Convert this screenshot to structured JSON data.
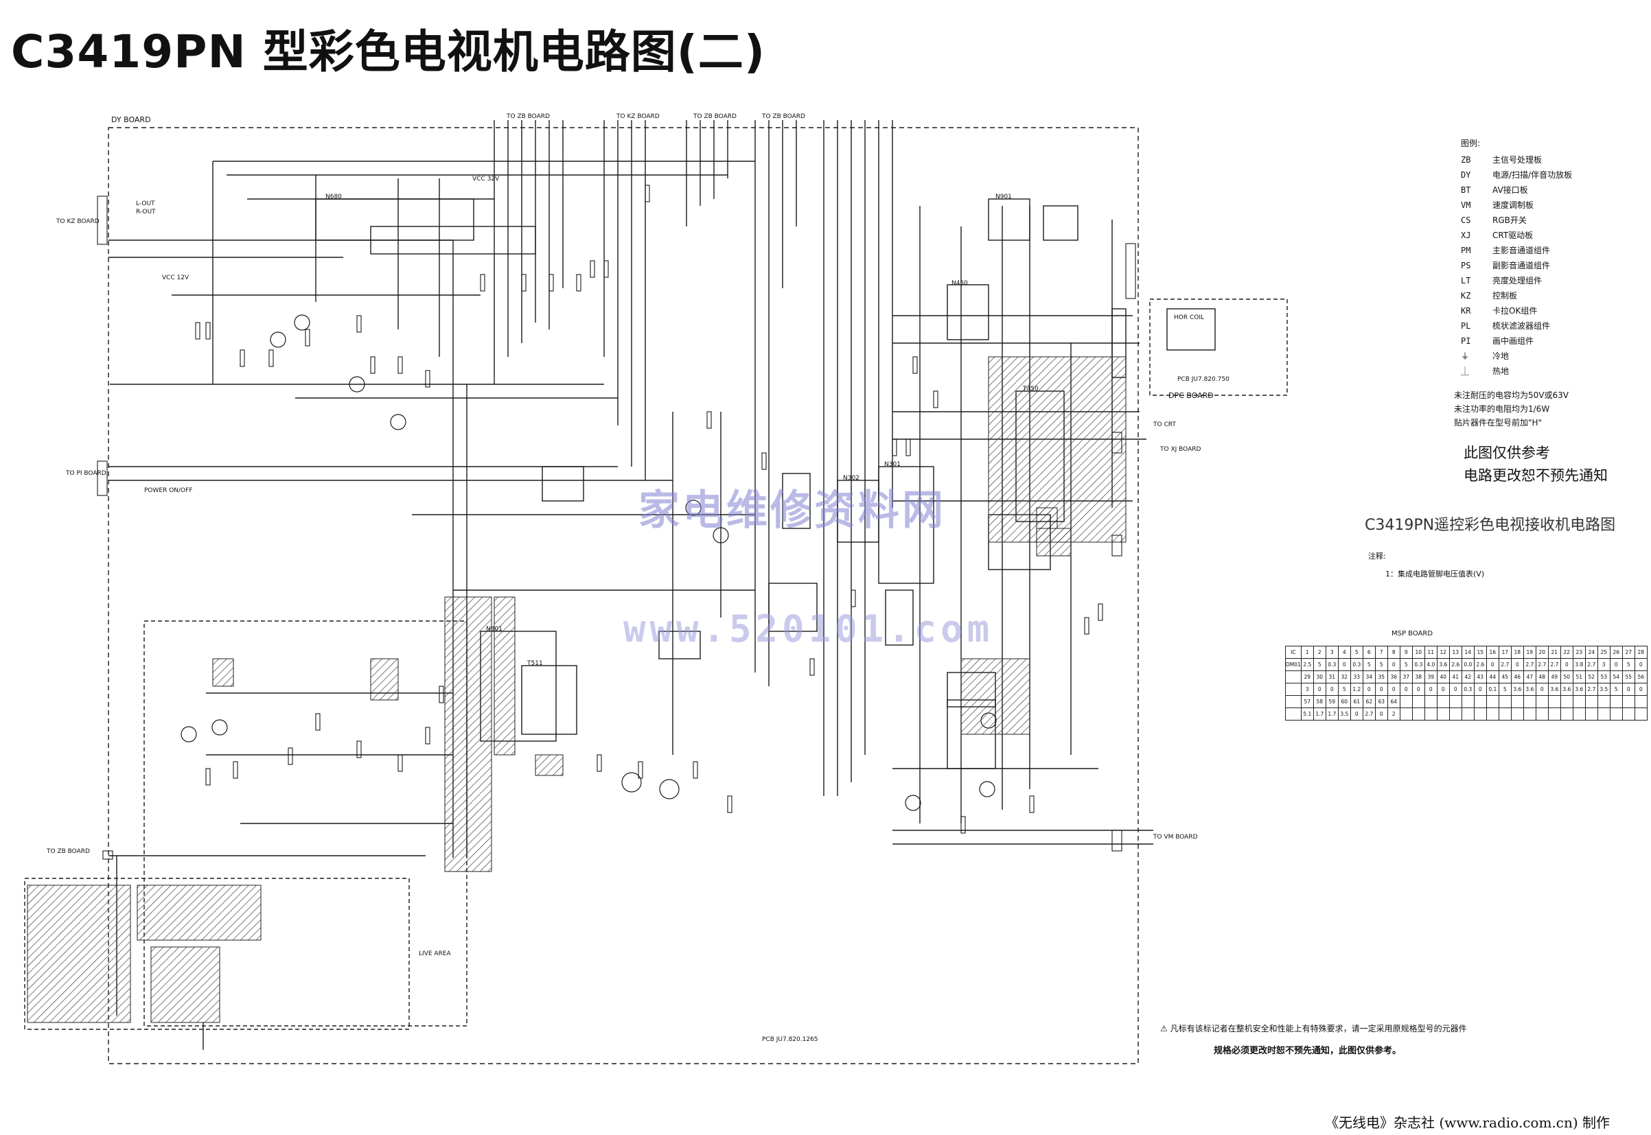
{
  "title": "C3419PN 型彩色电视机电路图(二)",
  "board_labels": {
    "dy_board": "DY BOARD",
    "dpc_board": "DPC BOARD",
    "msp_board": "MSP BOARD",
    "live_area": "LIVE AREA",
    "pcb_main": "PCB JU7.820.1265",
    "pcb_dpc": "PCB JU7.820.750"
  },
  "connector_labels": {
    "to_zb_board_1": "TO ZB BOARD",
    "to_kz_board_top": "TO KZ BOARD",
    "to_kz_board_left": "TO KZ BOARD",
    "to_zb_board_2": "TO ZB BOARD",
    "to_zb_board_3": "TO ZB BOARD",
    "to_pi_board": "TO PI BOARD",
    "to_xj_board": "TO XJ BOARD",
    "to_vm_board": "TO VM BOARD",
    "to_crt": "TO CRT",
    "to_zb_board_bottom": "TO ZB BOARD",
    "power_onoff": "POWER ON/OFF",
    "l_out": "L-OUT",
    "r_out": "R-OUT",
    "hor_coil": "HOR COIL",
    "vcc_12v": "VCC 12V",
    "vcc_32v": "VCC 32V"
  },
  "legend": {
    "title": "图例:",
    "items": [
      {
        "code": "ZB",
        "desc": "主信号处理板"
      },
      {
        "code": "DY",
        "desc": "电源/扫描/伴音功放板"
      },
      {
        "code": "BT",
        "desc": "AV接口板"
      },
      {
        "code": "VM",
        "desc": "速度调制板"
      },
      {
        "code": "CS",
        "desc": "RGB开关"
      },
      {
        "code": "XJ",
        "desc": "CRT驱动板"
      },
      {
        "code": "PM",
        "desc": "主影音通道组件"
      },
      {
        "code": "PS",
        "desc": "副影音通道组件"
      },
      {
        "code": "LT",
        "desc": "亮度处理组件"
      },
      {
        "code": "KZ",
        "desc": "控制板"
      },
      {
        "code": "KR",
        "desc": "卡拉OK组件"
      },
      {
        "code": "PL",
        "desc": "梳状滤波器组件"
      },
      {
        "code": "PI",
        "desc": "画中画组件"
      },
      {
        "code": "⏚",
        "desc": "冷地"
      },
      {
        "code": "⏊",
        "desc": "热地"
      }
    ],
    "notes": [
      "未注耐压的电容均为50V或63V",
      "未注功率的电阻均为1/6W",
      "贴片器件在型号前加\"H\""
    ]
  },
  "disclaimer": [
    "此图仅供参考",
    "电路更改恕不预先通知"
  ],
  "caption": "C3419PN遥控彩色电视接收机电路图",
  "notes_head": "注释:",
  "note_1": "1：集成电路管脚电压值表(V)",
  "voltage_table": {
    "rows": [
      [
        "IC",
        "1",
        "2",
        "3",
        "4",
        "5",
        "6",
        "7",
        "8",
        "9",
        "10",
        "11",
        "12",
        "13",
        "14",
        "15",
        "16",
        "17",
        "18",
        "19",
        "20",
        "21",
        "22",
        "23",
        "24",
        "25",
        "26",
        "27",
        "28"
      ],
      [
        "DM01",
        "2.5",
        "5",
        "0.3",
        "0",
        "0.3",
        "5",
        "5",
        "0",
        "5",
        "0.3",
        "4.0",
        "3.6",
        "2.6",
        "0.0",
        "2.6",
        "0",
        "2.7",
        "0",
        "2.7",
        "2.7",
        "2.7",
        "0",
        "3.8",
        "2.7",
        "3",
        "0",
        "5",
        "0"
      ],
      [
        "",
        "29",
        "30",
        "31",
        "32",
        "33",
        "34",
        "35",
        "36",
        "37",
        "38",
        "39",
        "40",
        "41",
        "42",
        "43",
        "44",
        "45",
        "46",
        "47",
        "48",
        "49",
        "50",
        "51",
        "52",
        "53",
        "54",
        "55",
        "56"
      ],
      [
        "",
        "3",
        "0",
        "0",
        "5",
        "1.2",
        "0",
        "0",
        "0",
        "0",
        "0",
        "0",
        "0",
        "0",
        "0.3",
        "0",
        "0.1",
        "5",
        "3.6",
        "3.6",
        "0",
        "3.6",
        "3.6",
        "3.6",
        "2.7",
        "3.5",
        "5",
        "0",
        "0"
      ],
      [
        "",
        "57",
        "58",
        "59",
        "60",
        "61",
        "62",
        "63",
        "64",
        "",
        "",
        "",
        "",
        "",
        "",
        "",
        "",
        "",
        "",
        "",
        "",
        "",
        "",
        "",
        "",
        "",
        "",
        "",
        ""
      ],
      [
        "",
        "5.1",
        "1.7",
        "1.7",
        "3.5",
        "0",
        "2.7",
        "0",
        "2",
        "",
        "",
        "",
        "",
        "",
        "",
        "",
        "",
        "",
        "",
        "",
        "",
        "",
        "",
        "",
        "",
        "",
        "",
        "",
        ""
      ]
    ]
  },
  "watermarks": [
    "家电维修资料网",
    "www.520101.com"
  ],
  "safety_note": "⚠ 凡标有该标记者在整机安全和性能上有特殊要求，请一定采用原规格型号的元器件",
  "safety_note_2": "规格必须更改时恕不预先通知，此图仅供参考。",
  "publisher": "《无线电》杂志社 (www.radio.com.cn) 制作",
  "component_refs": {
    "ic_audio": "N680",
    "ic_deflection": "N301",
    "ic_regulator": "N901",
    "ic_hor": "N450",
    "ic_power": "N801",
    "ic_ctrl": "N302",
    "t_fbt": "T450",
    "t_power": "T511"
  },
  "colors": {
    "ink": "#1a1a1a",
    "hatch": "#333333",
    "watermark": "#8a8ad8",
    "paper": "#ffffff"
  }
}
